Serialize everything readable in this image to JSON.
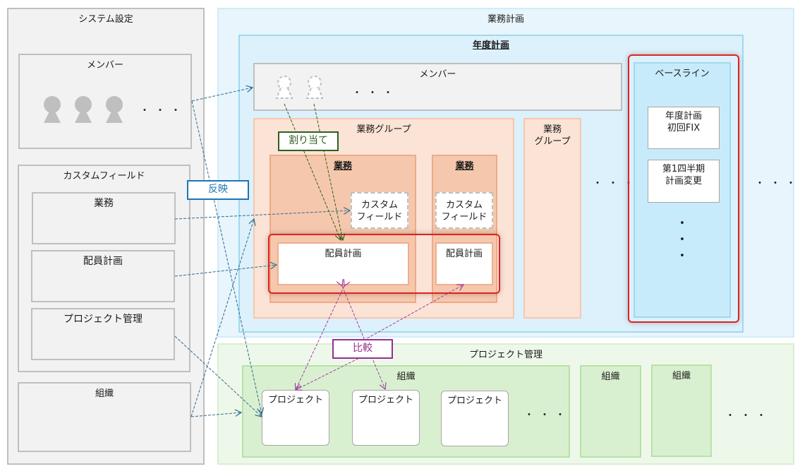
{
  "system_settings": {
    "title": "システム設定",
    "members": {
      "title": "メンバー",
      "ellipsis": "・・・"
    },
    "custom_fields": {
      "title": "カスタムフィールド",
      "items": [
        "業務",
        "配員計画",
        "プロジェクト管理"
      ]
    },
    "organization": {
      "title": "組織"
    }
  },
  "work_plan": {
    "title": "業務計画",
    "annual_plan": {
      "title": "年度計画",
      "members": {
        "title": "メンバー",
        "ellipsis": "・・・"
      },
      "work_group": {
        "title": "業務グループ",
        "tasks": [
          {
            "title": "業務",
            "custom_field": "カスタム\nフィールド",
            "staffing": "配員計画"
          },
          {
            "title": "業務",
            "custom_field": "カスタム\nフィールド",
            "staffing": "配員計画"
          }
        ]
      },
      "work_group_2": {
        "title": "業務\nグループ"
      },
      "ellipsis": "・・・"
    },
    "baseline": {
      "title": "ベースライン",
      "items": [
        "年度計画\n初回FIX",
        "第1四半期\n計画変更"
      ],
      "vertical_ellipsis": [
        "•",
        "•",
        "•"
      ]
    },
    "ellipsis": "・・・"
  },
  "project_management": {
    "title": "プロジェクト管理",
    "organizations": [
      {
        "title": "組織",
        "projects": [
          "プロジェクト",
          "プロジェクト",
          "プロジェクト"
        ],
        "ellipsis": "・・・"
      },
      {
        "title": "組織"
      },
      {
        "title": "組織"
      }
    ],
    "ellipsis": "・・・"
  },
  "tags": {
    "reflect": "反映",
    "assign": "割り当て",
    "compare": "比較"
  },
  "colors": {
    "reflect": "#1f74b5",
    "assign": "#2e5f1f",
    "compare": "#96308f",
    "highlight": "#e32020"
  }
}
